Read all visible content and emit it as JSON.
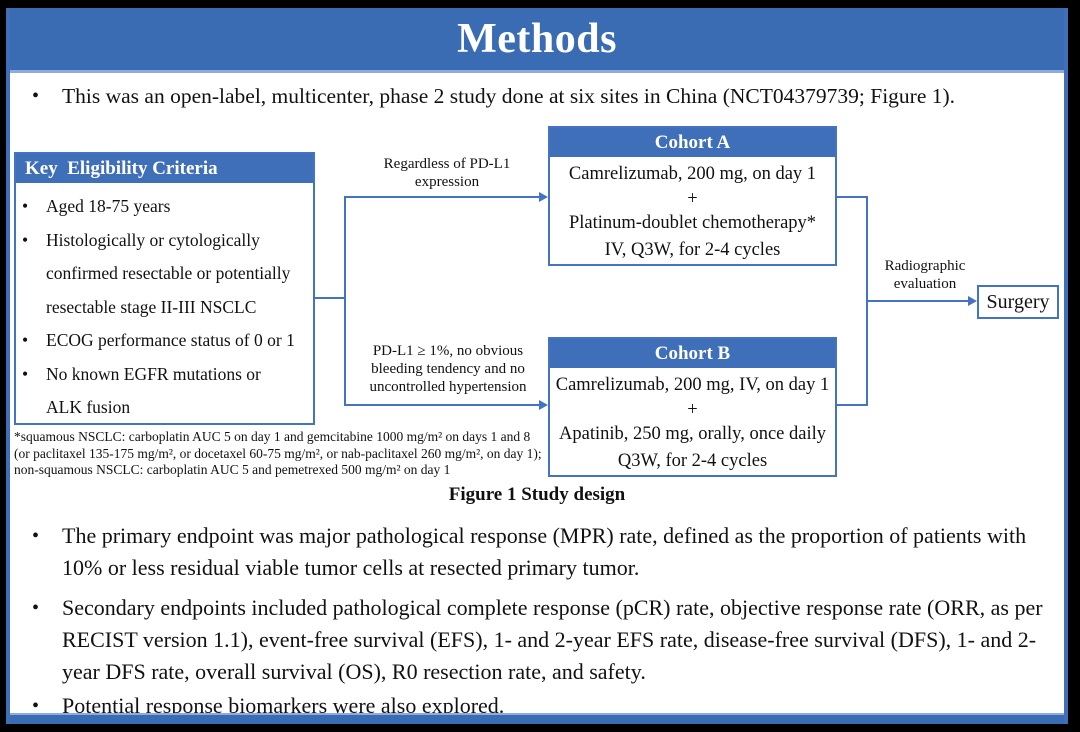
{
  "bullet_char": "•",
  "header": {
    "title": "Methods"
  },
  "intro": {
    "text": "This was an open-label, multicenter, phase 2 study done at six sites in China (NCT04379739; Figure 1)."
  },
  "figure": {
    "eligibility": {
      "header": "Key  Eligibility Criteria",
      "items": [
        "Aged 18-75 years",
        "Histologically or cytologically confirmed resectable or potentially resectable stage II-III NSCLC",
        "ECOG performance status of 0 or 1",
        "No known EGFR mutations or ALK fusion"
      ]
    },
    "branch_top_label": "Regardless of PD-L1 expression",
    "branch_bottom_label": "PD-L1 ≥ 1%, no obvious bleeding tendency and no uncontrolled hypertension",
    "cohort_a": {
      "header": "Cohort A",
      "lines": [
        "Camrelizumab, 200 mg, on day 1",
        "+",
        "Platinum-doublet chemotherapy*",
        "IV, Q3W, for 2-4 cycles"
      ]
    },
    "cohort_b": {
      "header": "Cohort B",
      "lines": [
        "Camrelizumab, 200 mg, IV, on day 1",
        "+",
        "Apatinib, 250 mg, orally, once daily",
        "Q3W, for 2-4 cycles"
      ]
    },
    "evaluation_label": "Radiographic evaluation",
    "evaluation_label_line1": "Radiographic",
    "evaluation_label_line2": "evaluation",
    "surgery_label": "Surgery",
    "footnote": "*squamous NSCLC: carboplatin AUC 5 on day 1 and gemcitabine 1000 mg/m² on days 1 and 8 (or paclitaxel 135-175 mg/m², or docetaxel 60-75 mg/m², or nab-paclitaxel 260 mg/m², on day 1); non-squamous NSCLC: carboplatin AUC 5 and pemetrexed 500 mg/m² on day 1",
    "caption": "Figure 1 Study design"
  },
  "endpoints": {
    "items": [
      "The primary endpoint was major pathological response (MPR) rate, defined as the proportion of patients with 10% or less residual viable tumor cells at resected primary tumor.",
      "Secondary endpoints included pathological complete response (pCR) rate, objective response rate (ORR, as per RECIST version 1.1), event-free survival (EFS), 1- and 2-year EFS rate, disease-free survival (DFS), 1- and 2-year DFS rate, overall survival (OS), R0 resection rate, and safety.",
      "Potential response biomarkers were also explored."
    ]
  },
  "colors": {
    "accent_blue": "#3A6CB4",
    "box_header_blue": "#3E6FB8",
    "line_blue": "#4472C4",
    "light_blue_edge": "#8FAADC",
    "frame_black": "#000000",
    "text_black": "#111111"
  }
}
